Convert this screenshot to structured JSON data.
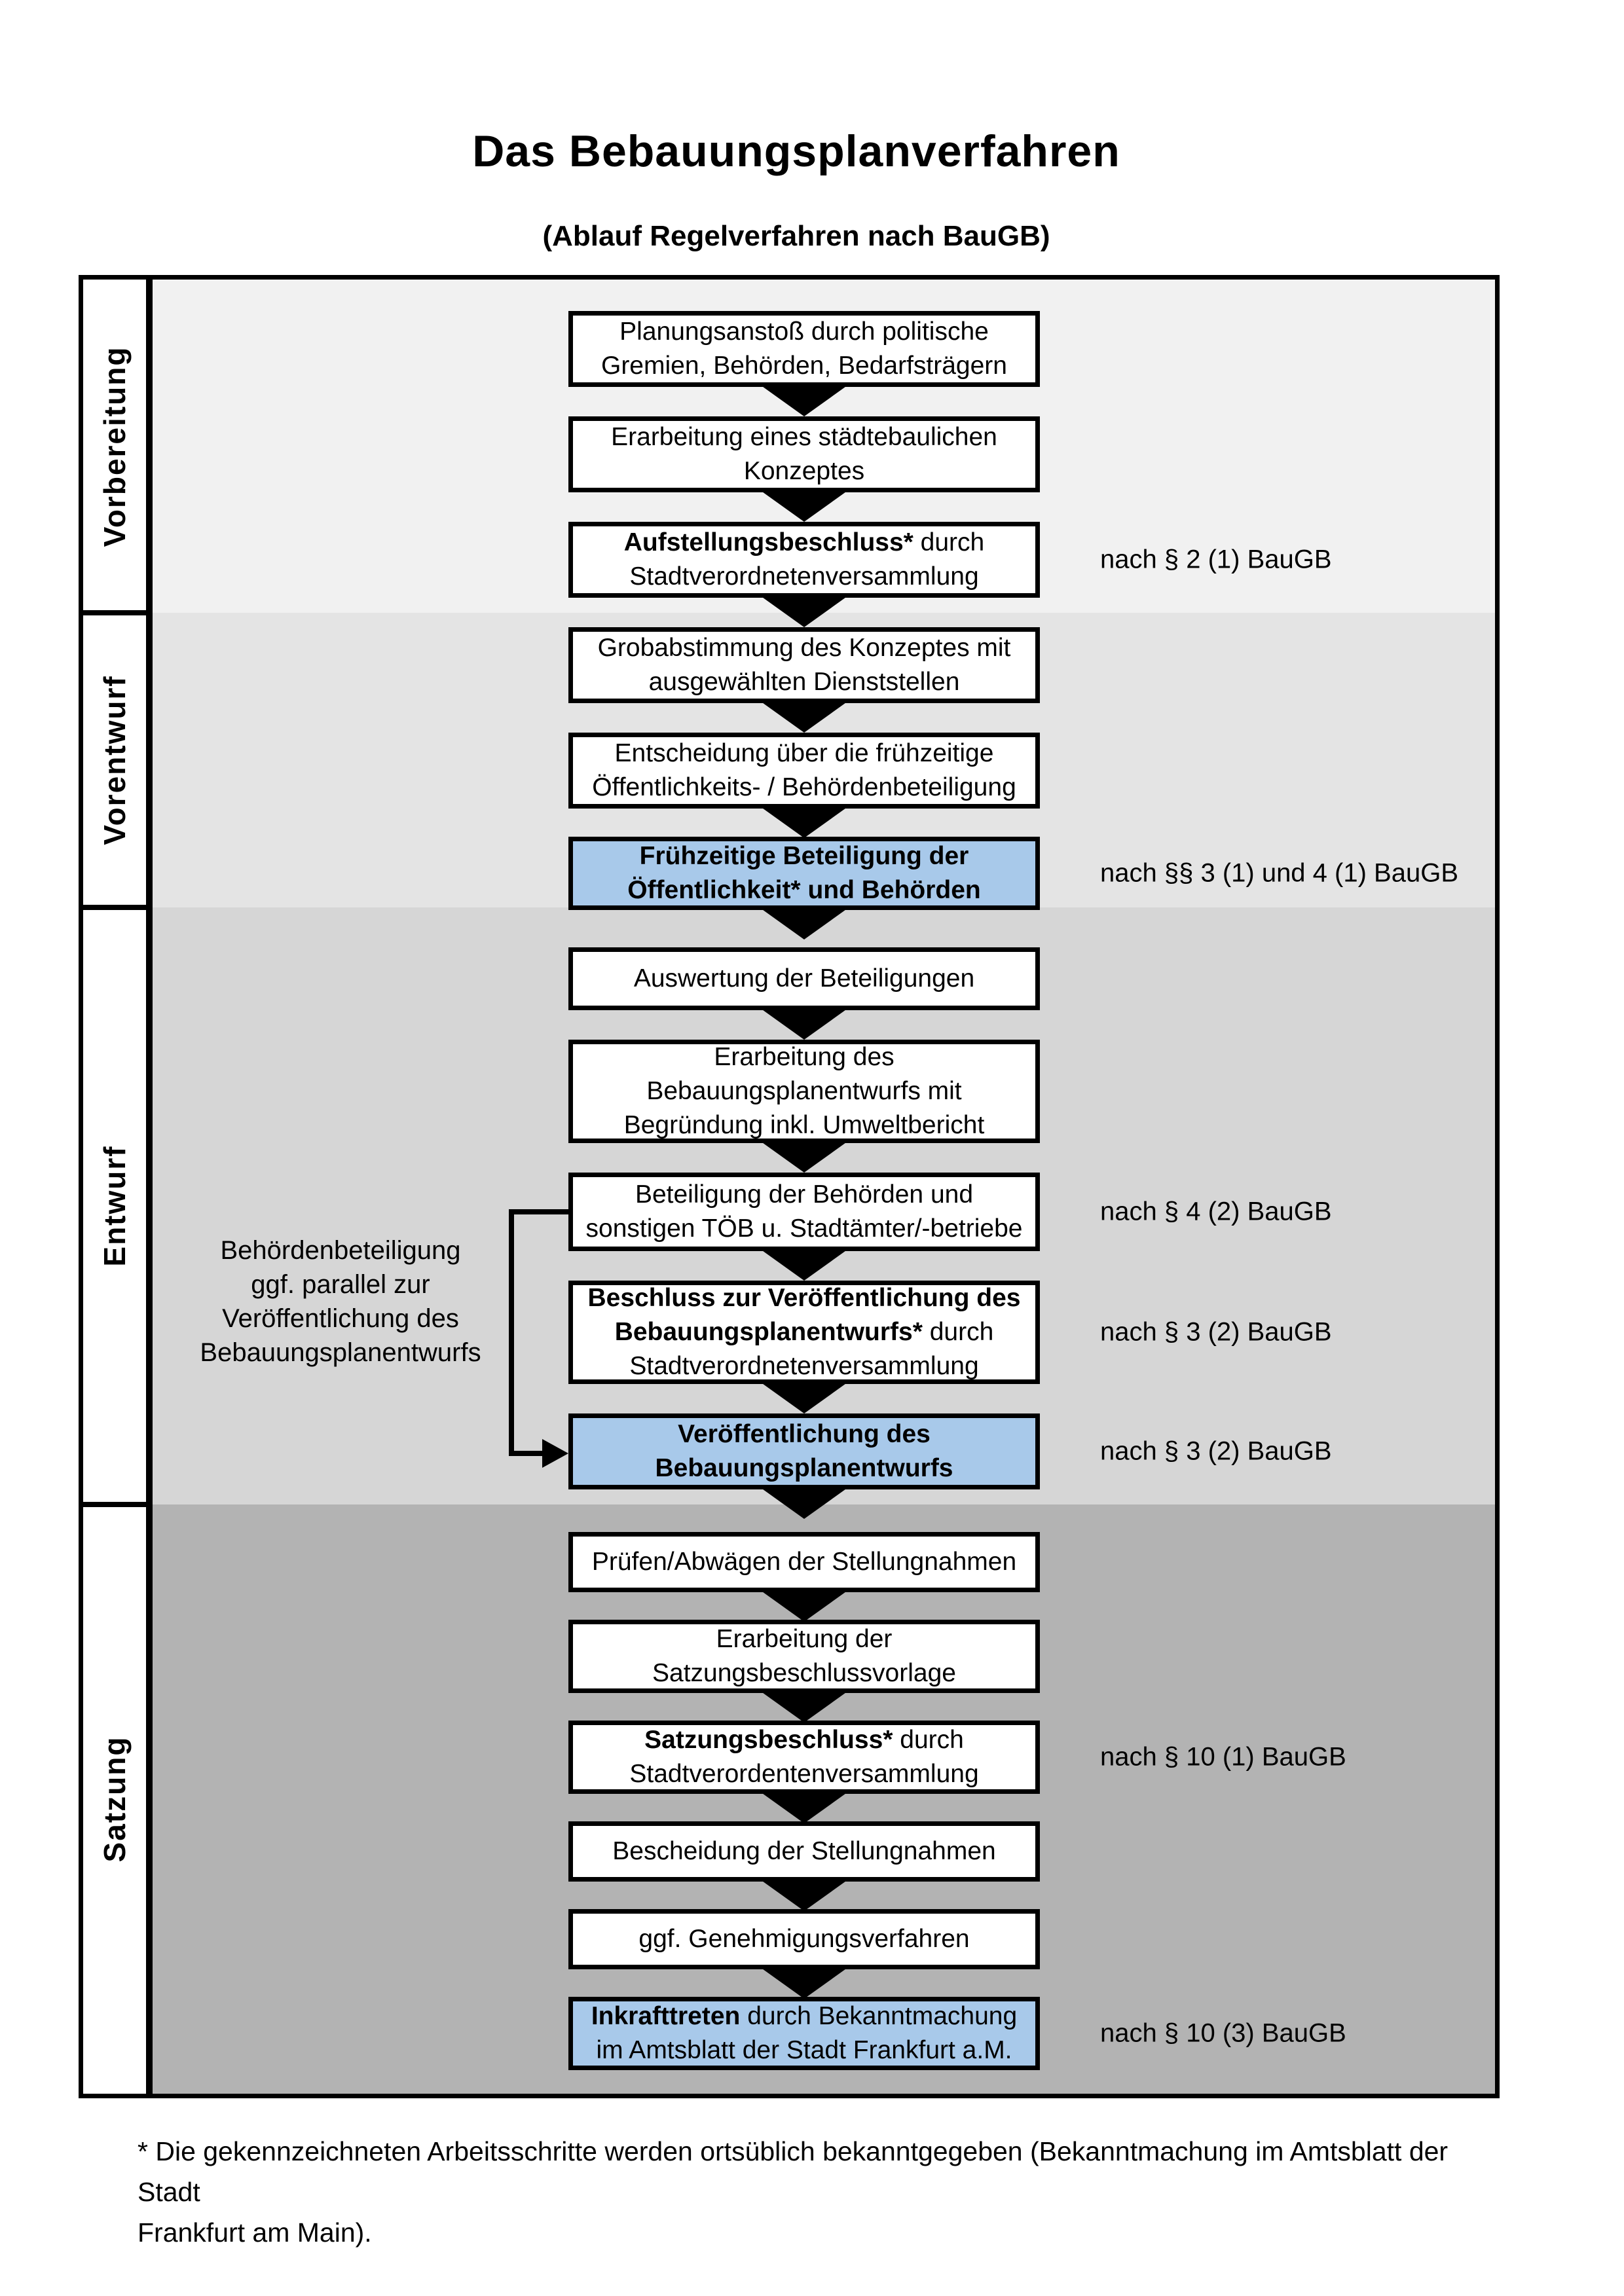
{
  "header": {
    "title": "Das Bebauungsplanverfahren",
    "subtitle": "(Ablauf Regelverfahren nach BauGB)"
  },
  "phases": [
    {
      "label": "Vorbereitung"
    },
    {
      "label": "Vorentwurf"
    },
    {
      "label": "Entwurf"
    },
    {
      "label": "Satzung"
    }
  ],
  "colors": {
    "phase_bg": [
      "#f1f1f1",
      "#e4e4e4",
      "#d6d6d6",
      "#b3b3b3"
    ],
    "highlight": "#a8c9ea",
    "box_border": "#000000"
  },
  "flow": {
    "steps": [
      {
        "id": "planungsanstoss",
        "highlight": false,
        "lines": [
          [
            {
              "t": "Planungsanstoß durch politische"
            }
          ],
          [
            {
              "t": "Gremien, Behörden, Bedarfsträgern"
            }
          ]
        ]
      },
      {
        "id": "konzept-erarbeitung",
        "highlight": false,
        "lines": [
          [
            {
              "t": "Erarbeitung eines städtebaulichen"
            }
          ],
          [
            {
              "t": "Konzeptes"
            }
          ]
        ]
      },
      {
        "id": "aufstellungsbeschluss",
        "highlight": false,
        "lines": [
          [
            {
              "t": "Aufstellungsbeschluss*",
              "b": true
            },
            {
              "t": " durch"
            }
          ],
          [
            {
              "t": "Stadtverordnetenversammlung"
            }
          ]
        ]
      },
      {
        "id": "grobabstimmung",
        "highlight": false,
        "lines": [
          [
            {
              "t": "Grobabstimmung des Konzeptes mit"
            }
          ],
          [
            {
              "t": "ausgewählten Dienststellen"
            }
          ]
        ]
      },
      {
        "id": "entscheidung-beteiligung",
        "highlight": false,
        "lines": [
          [
            {
              "t": "Entscheidung über die frühzeitige"
            }
          ],
          [
            {
              "t": "Öffentlichkeits- / Behördenbeteiligung"
            }
          ]
        ]
      },
      {
        "id": "fruehzeitige-beteiligung",
        "highlight": true,
        "lines": [
          [
            {
              "t": "Frühzeitige Beteiligung der",
              "b": true
            }
          ],
          [
            {
              "t": "Öffentlichkeit* und Behörden",
              "b": true
            }
          ]
        ]
      },
      {
        "id": "auswertung",
        "highlight": false,
        "lines": [
          [
            {
              "t": "Auswertung der Beteiligungen"
            }
          ]
        ]
      },
      {
        "id": "entwurf-erarbeitung",
        "highlight": false,
        "lines": [
          [
            {
              "t": "Erarbeitung des"
            }
          ],
          [
            {
              "t": "Bebauungsplanentwurfs mit"
            }
          ],
          [
            {
              "t": "Begründung inkl. Umweltbericht"
            }
          ]
        ]
      },
      {
        "id": "behoerdenbeteiligung",
        "highlight": false,
        "lines": [
          [
            {
              "t": "Beteiligung der Behörden und"
            }
          ],
          [
            {
              "t": "sonstigen TÖB u. Stadtämter/-betriebe"
            }
          ]
        ]
      },
      {
        "id": "veroeffentlichungsbeschluss",
        "highlight": false,
        "lines": [
          [
            {
              "t": "Beschluss zur Veröffentlichung des",
              "b": true
            }
          ],
          [
            {
              "t": "Bebauungsplanentwurfs*",
              "b": true
            },
            {
              "t": " durch"
            }
          ],
          [
            {
              "t": "Stadtverordnetenversammlung"
            }
          ]
        ]
      },
      {
        "id": "veroeffentlichung",
        "highlight": true,
        "lines": [
          [
            {
              "t": "Veröffentlichung des",
              "b": true
            }
          ],
          [
            {
              "t": "Bebauungsplanentwurfs",
              "b": true
            }
          ]
        ]
      },
      {
        "id": "pruefen-abwaegen",
        "highlight": false,
        "lines": [
          [
            {
              "t": "Prüfen/Abwägen der Stellungnahmen"
            }
          ]
        ]
      },
      {
        "id": "satzungsvorlage",
        "highlight": false,
        "lines": [
          [
            {
              "t": "Erarbeitung der"
            }
          ],
          [
            {
              "t": "Satzungsbeschlussvorlage"
            }
          ]
        ]
      },
      {
        "id": "satzungsbeschluss",
        "highlight": false,
        "lines": [
          [
            {
              "t": "Satzungsbeschluss*",
              "b": true
            },
            {
              "t": " durch"
            }
          ],
          [
            {
              "t": "Stadtverordentenversammlung"
            }
          ]
        ]
      },
      {
        "id": "bescheidung",
        "highlight": false,
        "lines": [
          [
            {
              "t": "Bescheidung der Stellungnahmen"
            }
          ]
        ]
      },
      {
        "id": "genehmigungsverfahren",
        "highlight": false,
        "lines": [
          [
            {
              "t": "ggf. Genehmigungsverfahren"
            }
          ]
        ]
      },
      {
        "id": "inkrafttreten",
        "highlight": true,
        "lines": [
          [
            {
              "t": "Inkrafttreten",
              "b": true
            },
            {
              "t": " durch Bekanntmachung"
            }
          ],
          [
            {
              "t": "im Amtsblatt der Stadt Frankfurt a.M."
            }
          ]
        ]
      }
    ],
    "annotations": [
      {
        "step": 2,
        "text": "nach § 2 (1) BauGB"
      },
      {
        "step": 5,
        "text": "nach §§ 3 (1) und 4 (1) BauGB"
      },
      {
        "step": 8,
        "text": "nach § 4 (2) BauGB"
      },
      {
        "step": 9,
        "text": "nach § 3 (2) BauGB"
      },
      {
        "step": 10,
        "text": "nach § 3 (2) BauGB"
      },
      {
        "step": 13,
        "text": "nach § 10 (1) BauGB"
      },
      {
        "step": 16,
        "text": "nach § 10 (3) BauGB"
      }
    ]
  },
  "sidenote": {
    "lines": [
      "Behördenbeteiligung",
      "ggf. parallel zur",
      "Veröffentlichung des",
      "Bebauungsplanentwurfs"
    ]
  },
  "footnote": {
    "lines": [
      "* Die gekennzeichneten Arbeitsschritte werden ortsüblich bekanntgegeben (Bekanntmachung im Amtsblatt  der Stadt",
      "Frankfurt am Main)."
    ]
  }
}
